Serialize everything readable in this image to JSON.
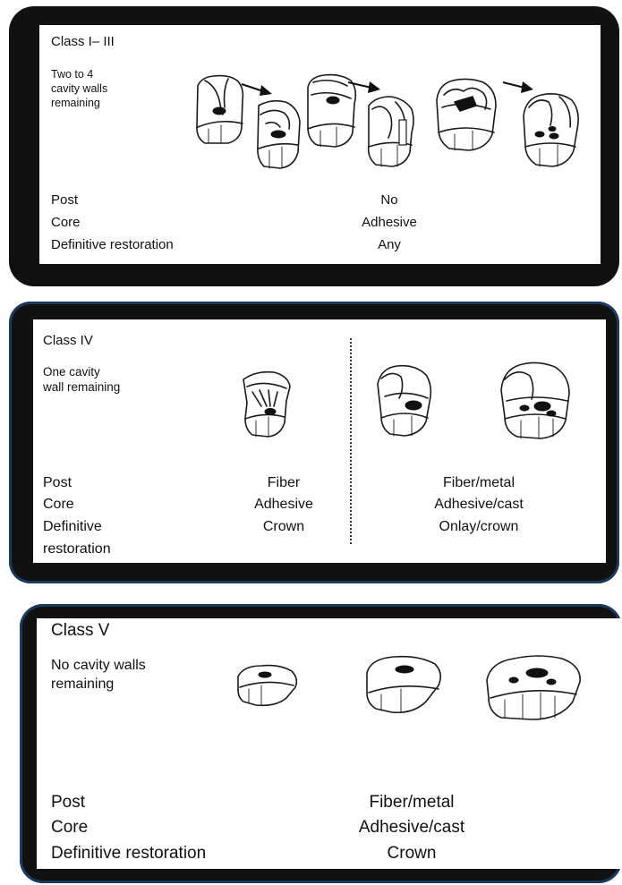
{
  "panels": [
    {
      "title": "Class I– III",
      "subtitle": "Two to 4\ncavity walls\nremaining",
      "labels": {
        "post": "Post",
        "core": "Core",
        "restoration": "Definitive restoration"
      },
      "values": {
        "post": "No",
        "core": "Adhesive",
        "restoration": "Any"
      }
    },
    {
      "title": "Class IV",
      "subtitle": "One cavity\nwall remaining",
      "labels": {
        "post": "Post",
        "core": "Core",
        "restoration_line1": "Definitive",
        "restoration_line2": "restoration"
      },
      "left_values": {
        "post": "Fiber",
        "core": "Adhesive",
        "restoration": "Crown"
      },
      "right_values": {
        "post": "Fiber/metal",
        "core": "Adhesive/cast",
        "restoration": "Onlay/crown"
      }
    },
    {
      "title": "Class V",
      "subtitle": "No cavity walls\nremaining",
      "labels": {
        "post": "Post",
        "core": "Core",
        "restoration": "Definitive restoration"
      },
      "values": {
        "post": "Fiber/metal",
        "core": "Adhesive/cast",
        "restoration": "Crown"
      }
    }
  ],
  "colors": {
    "frame": "#111111",
    "frame_accent": "#1b3a5c",
    "background": "#ffffff"
  },
  "icons": [
    "tooth-icon",
    "arrow-right-icon"
  ]
}
